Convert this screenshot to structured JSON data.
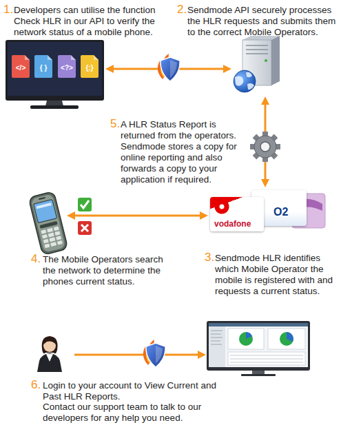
{
  "diagram": {
    "nodes": [
      {
        "text": [
          "1.",
          "Developers can utilise the function Check HLR in our API to verify the network status of a mobile phone."
        ]
      },
      {
        "text": [
          "</>"
        ],
        "in": 0
      },
      {
        "text": [
          "{ }"
        ],
        "in": 0
      },
      {
        "text": [
          "<?>"
        ],
        "in": 0
      },
      {
        "text": [
          "{;}"
        ],
        "in": 0
      },
      {
        "text": [
          "2.",
          "Sendmode API securely processes the HLR requests and submits them to the correct Mobile Operators."
        ]
      },
      {
        "text": [
          "4.",
          "The Mobile Operators search the network to determine the phones current status."
        ]
      },
      {
        "text": [
          "3.",
          "Sendmode HLR identifies which Mobile Operator the mobile is registered with and requests a current status."
        ]
      },
      {
        "text": [
          "vodafone"
        ],
        "in": 7
      },
      {
        "text": [
          "O2"
        ],
        "in": 7
      },
      {
        "text": [
          "6.",
          "Login to your account to View Current and Past HLR Reports.",
          "Contact our support team to talk to our developers for any help you need."
        ]
      }
    ],
    "edges": [
      {
        "from": 0,
        "to": 5,
        "arrow": "both"
      },
      {
        "from": 5,
        "to": 7,
        "arrow": "both"
      },
      {
        "from": 6,
        "to": 7,
        "arrow": "both"
      }
    ],
    "labels": [
      "5.",
      "A HLR Status Report is returned from the operators. Sendmode stores a copy for online reporting and also forwards a copy to your application if required."
    ]
  }
}
